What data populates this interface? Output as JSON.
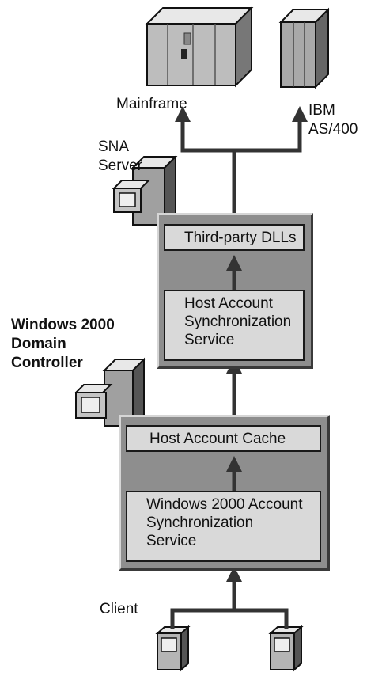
{
  "nodes": {
    "mainframe": "Mainframe",
    "ibm_line1": "IBM",
    "ibm_line2": "AS/400",
    "sna_line1": "SNA",
    "sna_line2": "Server",
    "dc_line1": "Windows 2000",
    "dc_line2": "Domain",
    "dc_line3": "Controller",
    "client": "Client"
  },
  "sna_panel": {
    "third_party": "Third-party DLLs",
    "has_line1": "Host Account",
    "has_line2": "Synchronization",
    "has_line3": "Service"
  },
  "dc_panel": {
    "cache": "Host Account Cache",
    "was_line1": "Windows 2000 Account",
    "was_line2": "Synchronization",
    "was_line3": "Service"
  }
}
